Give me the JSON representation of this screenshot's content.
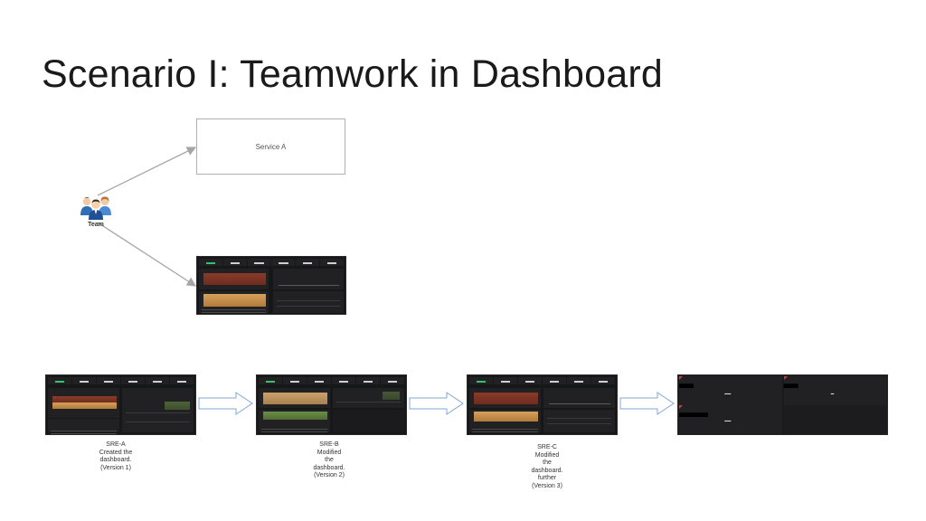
{
  "slide": {
    "title": "Scenario I: Teamwork in Dashboard"
  },
  "diagram": {
    "team_label": "Team",
    "service_label": "Service A"
  },
  "versions": [
    {
      "lines": [
        "SRE-A",
        "Created the",
        "dashboard.",
        "(Version 1)"
      ]
    },
    {
      "lines": [
        "SRE-B",
        "Modified",
        "the",
        "dashboard.",
        "(Version 2)"
      ]
    },
    {
      "lines": [
        "SRE-C",
        "Modified",
        "the",
        "dashboard.",
        "further",
        "(Version 3)"
      ]
    }
  ],
  "colors": {
    "arrow_gray": "#a6a6a6",
    "flow_arrow_stroke": "#7fa7d6",
    "dashboard_bg": "#161719"
  },
  "icons": {
    "team": "team-people-icon"
  }
}
